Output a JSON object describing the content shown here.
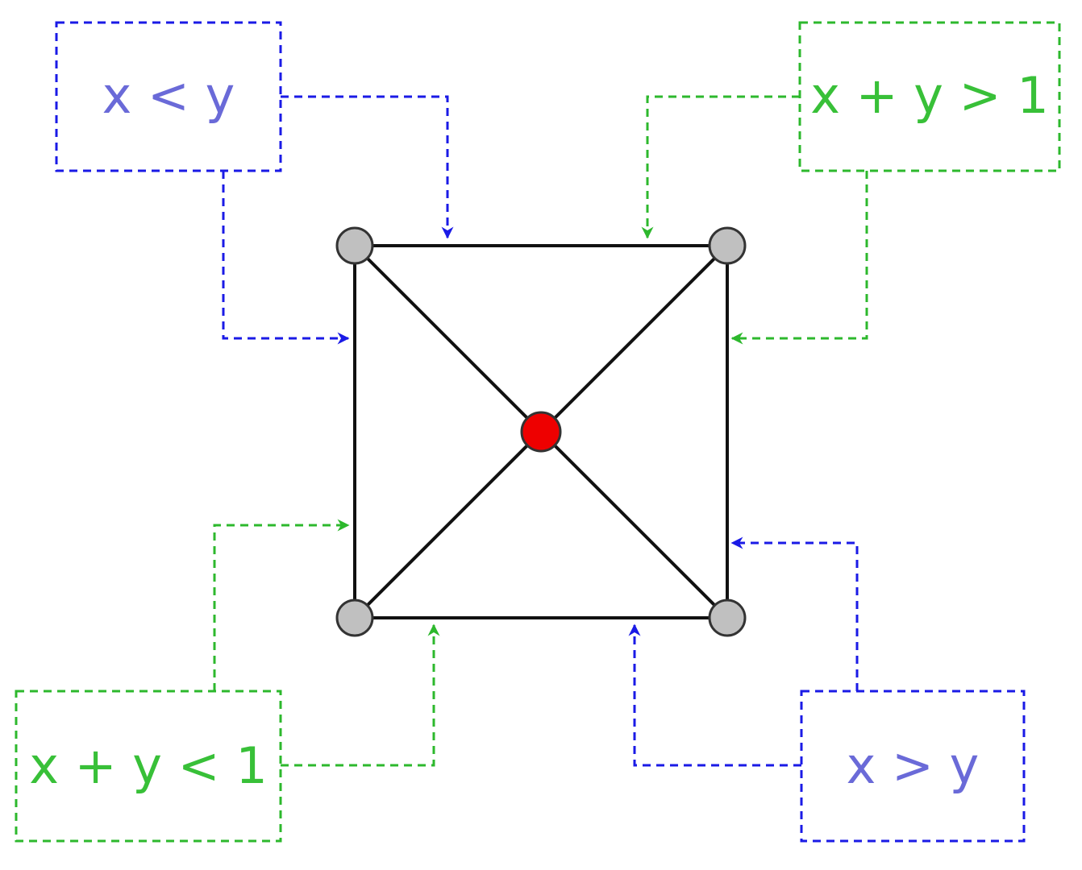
{
  "colors": {
    "background": "#ffffff",
    "blue": "#1a1ae6",
    "blue_text": "#6a6ad8",
    "green": "#2db82d",
    "green_text": "#38c038",
    "edge": "#111111",
    "corner_node": "#c0c0c0",
    "center_node": "#ee0000"
  },
  "boxes": [
    {
      "id": "top-left",
      "label": "x < y",
      "color": "blue"
    },
    {
      "id": "top-right",
      "label": "x + y > 1",
      "color": "green"
    },
    {
      "id": "bottom-left",
      "label": "x + y < 1",
      "color": "green"
    },
    {
      "id": "bottom-right",
      "label": "x > y",
      "color": "blue"
    }
  ]
}
